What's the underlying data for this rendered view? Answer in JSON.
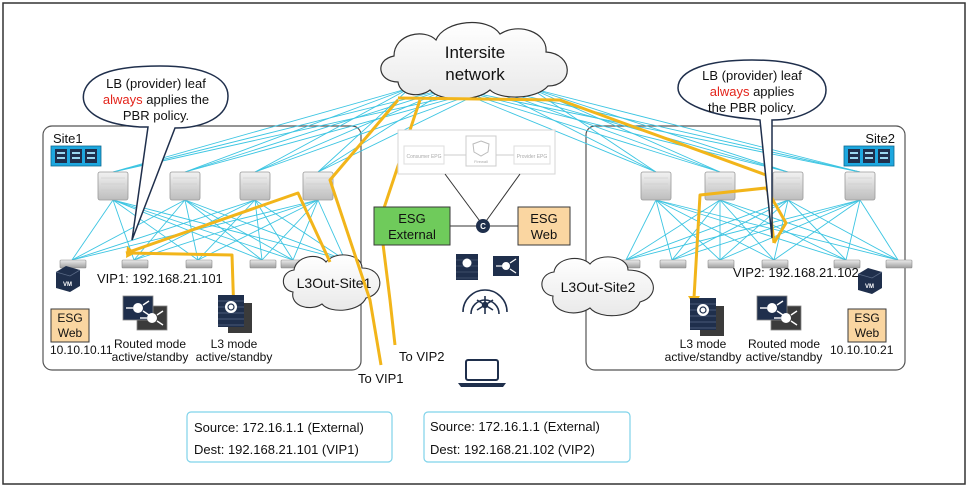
{
  "cloud": {
    "line1": "Intersite",
    "line2": "network"
  },
  "site1": {
    "label": "Site1",
    "vip": "VIP1: 192.168.21.101",
    "l3out": "L3Out-Site1",
    "esg": {
      "line1": "ESG",
      "line2": "Web"
    },
    "ip": "10.10.10.11",
    "routed": {
      "line1": "Routed mode",
      "line2": "active/standby"
    },
    "l3": {
      "line1": "L3 mode",
      "line2": "active/standby"
    }
  },
  "site2": {
    "label": "Site2",
    "vip": "VIP2: 192.168.21.102",
    "l3out": "L3Out-Site2",
    "esg": {
      "line1": "ESG",
      "line2": "Web"
    },
    "ip": "10.10.10.21",
    "routed": {
      "line1": "Routed mode",
      "line2": "active/standby"
    },
    "l3": {
      "line1": "L3 mode",
      "line2": "active/standby"
    }
  },
  "callout_left": {
    "line1": "LB (provider) leaf",
    "always": "always",
    "rest2": " applies the",
    "line3": "PBR policy."
  },
  "callout_right": {
    "line1": "LB (provider) leaf",
    "always": "always",
    "rest2": " applies",
    "line3": "the PBR policy."
  },
  "contract": {
    "consumer": "Consumer EPG",
    "firewall": "Firewall",
    "provider": "Provider EPG"
  },
  "esg_external": {
    "line1": "ESG",
    "line2": "External"
  },
  "esg_web_center": {
    "line1": "ESG",
    "line2": "Web"
  },
  "contract_badge": "C",
  "vm_label": "VM",
  "to_vip1": "To VIP1",
  "to_vip2": "To VIP2",
  "flow1": {
    "source": "Source: 172.16.1.1 (External)",
    "dest": "Dest: 192.168.21.101 (VIP1)"
  },
  "flow2": {
    "source": "Source: 172.16.1.1 (External)",
    "dest": "Dest: 192.168.21.102 (VIP2)"
  },
  "colors": {
    "path": "#F2B51A",
    "link": "#3CC5E2",
    "esg_green": "#6FCB5B",
    "esg_orange": "#FAD6A1",
    "accent_red": "#E3241B",
    "callout_border": "#1F2F4C",
    "flow_border": "#7FD3EA"
  }
}
